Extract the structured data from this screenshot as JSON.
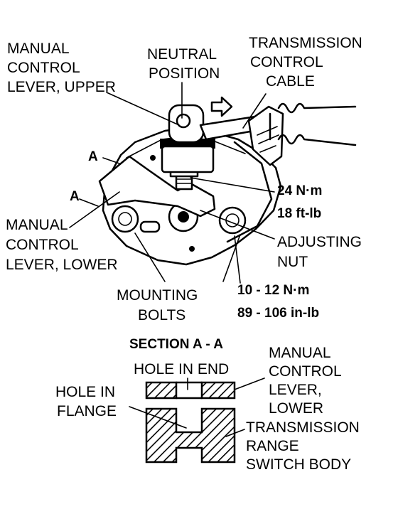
{
  "labels": {
    "manual_upper": [
      "MANUAL",
      "CONTROL",
      "LEVER, UPPER"
    ],
    "neutral": [
      "NEUTRAL",
      "POSITION"
    ],
    "cable": [
      "TRANSMISSION",
      "CONTROL",
      "CABLE"
    ],
    "a_upper": "A",
    "a_lower": "A",
    "torque_nut": [
      "24 N·m",
      "18 ft-lb"
    ],
    "adjusting_nut": [
      "ADJUSTING",
      "NUT"
    ],
    "manual_lower": [
      "MANUAL",
      "CONTROL",
      "LEVER, LOWER"
    ],
    "mounting_bolts": [
      "MOUNTING",
      "BOLTS"
    ],
    "torque_bolts": [
      "10 - 12 N·m",
      "89 - 106 in-lb"
    ]
  },
  "section": {
    "title": "SECTION A - A",
    "hole_in_end": "HOLE IN END",
    "hole_in_flange": [
      "HOLE IN",
      "FLANGE"
    ],
    "lever_lower": [
      "MANUAL",
      "CONTROL",
      "LEVER,",
      "LOWER"
    ],
    "switch_body": [
      "TRANSMISSION",
      "RANGE",
      "SWITCH BODY"
    ]
  }
}
